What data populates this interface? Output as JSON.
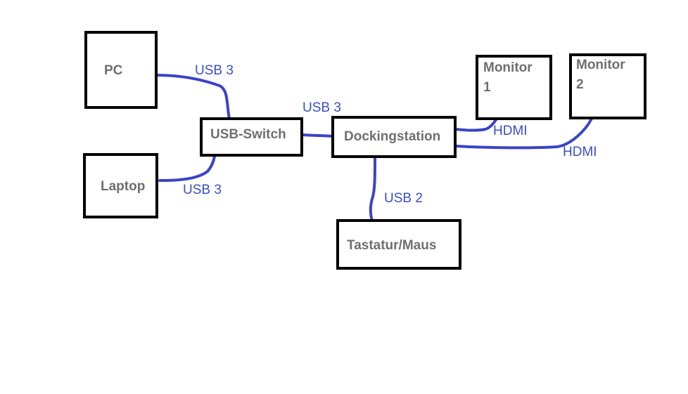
{
  "colors": {
    "box_border": "#000000",
    "box_text": "#6f6f6f",
    "wire": "#3b44c4",
    "wire_label": "#3b4fc4",
    "background": "#ffffff"
  },
  "nodes": {
    "pc": "PC",
    "laptop": "Laptop",
    "usb_switch": "USB-Switch",
    "dockingstation": "Dockingstation",
    "tastatur_maus": "Tastatur/Maus",
    "monitor1": "Monitor\n1",
    "monitor2": "Monitor\n2"
  },
  "connections": [
    {
      "from": "pc",
      "to": "usb_switch",
      "label": "USB 3"
    },
    {
      "from": "laptop",
      "to": "usb_switch",
      "label": "USB 3"
    },
    {
      "from": "usb_switch",
      "to": "dockingstation",
      "label": "USB 3"
    },
    {
      "from": "dockingstation",
      "to": "tastatur_maus",
      "label": "USB 2"
    },
    {
      "from": "dockingstation",
      "to": "monitor1",
      "label": "HDMI"
    },
    {
      "from": "dockingstation",
      "to": "monitor2",
      "label": "HDMI"
    }
  ]
}
